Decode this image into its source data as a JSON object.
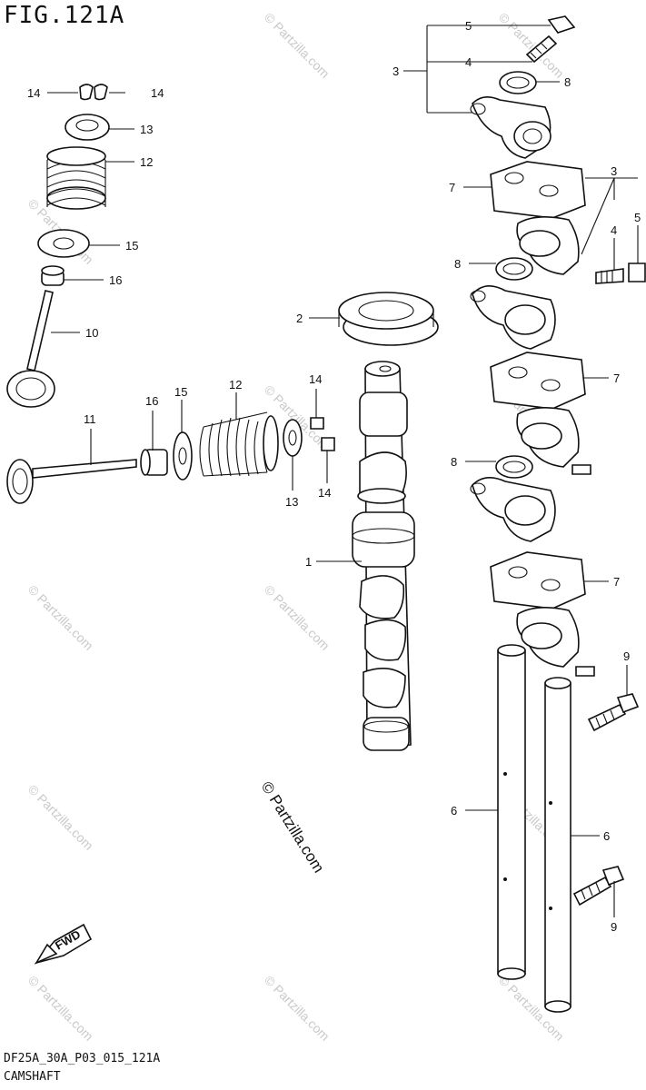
{
  "figure": {
    "title": "FIG.121A",
    "code": "DF25A_30A_P03_015_121A",
    "caption": "CAMSHAFT"
  },
  "watermark": {
    "text": "© Partzilla.com",
    "color": "#c9c9c9"
  },
  "callouts": {
    "c1": "1",
    "c2": "2",
    "c3a": "3",
    "c3b": "3",
    "c4a": "4",
    "c4b": "4",
    "c5a": "5",
    "c5b": "5",
    "c6a": "6",
    "c6b": "6",
    "c7a": "7",
    "c7b": "7",
    "c7c": "7",
    "c8a": "8",
    "c8b": "8",
    "c8c": "8",
    "c9a": "9",
    "c9b": "9",
    "c10": "10",
    "c11": "11",
    "c12a": "12",
    "c12b": "12",
    "c13a": "13",
    "c13b": "13",
    "c14a": "14",
    "c14b": "14",
    "c14c": "14",
    "c14d": "14",
    "c15a": "15",
    "c15b": "15",
    "c16a": "16",
    "c16b": "16"
  },
  "badge": {
    "fwd": "FWD"
  }
}
